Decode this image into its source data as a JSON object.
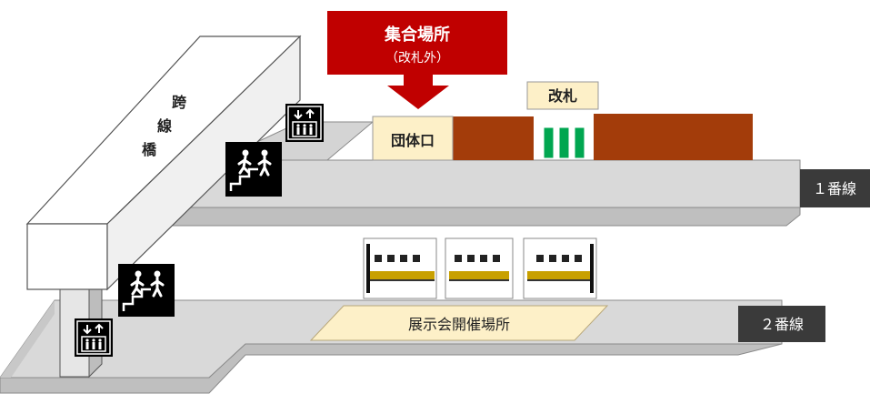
{
  "meeting_point": {
    "title": "集合場所",
    "subtitle": "（改札外）",
    "accent_color": "#c00000"
  },
  "bridge": {
    "chars": [
      "跨",
      "線",
      "橋"
    ]
  },
  "platforms": {
    "track1_label": "１番線",
    "track2_label": "２番線"
  },
  "station": {
    "group_entrance": "団体口",
    "ticket_gate": "改札"
  },
  "exhibition": {
    "label": "展示会開催場所"
  },
  "icons": {
    "elevator_icon": "elevator-icon",
    "stairs_icon": "stairs-people-icon",
    "down_arrow": "arrow-down-icon",
    "train_car": "train-car-icon"
  },
  "colors": {
    "platform_gray": "#d9d9d9",
    "brown_wall": "#a33c0a",
    "gate_green": "#00a650",
    "beige_label": "#fdf0c8",
    "track_label_bg": "#3a3a3a"
  }
}
